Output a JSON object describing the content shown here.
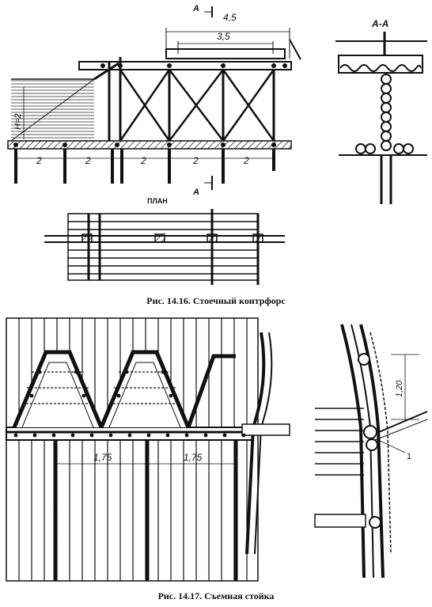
{
  "fig1": {
    "caption": "Рис. 14.16. Стоечный контрфорс",
    "section_mark": "A",
    "section_title": "A-A",
    "plan_label": "ПЛАН",
    "dim_top": "4,5",
    "dim_inner": "3,5",
    "height_label": "H=2",
    "span_label": "2"
  },
  "fig2": {
    "caption": "Рис. 14.17. Съемная стойка",
    "dim_a": "1,75",
    "dim_b": "1,75",
    "dim_vertical": "1,20",
    "callout": "1"
  },
  "colors": {
    "ink": "#111111",
    "water": "#9a9a9a",
    "paper": "#ffffff"
  }
}
